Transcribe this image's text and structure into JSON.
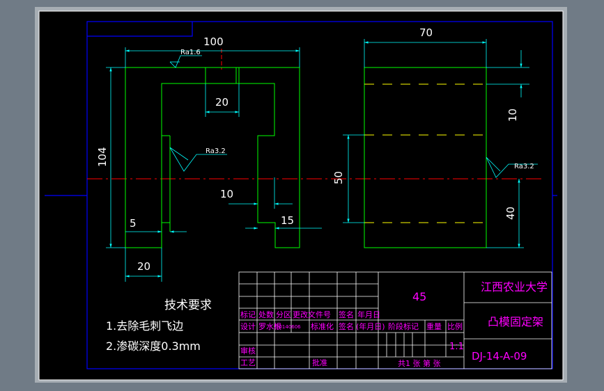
{
  "colors": {
    "frame_bg": "#8a949d",
    "paper": "#000000",
    "geometry": "#00ff00",
    "dimension": "#00ffff",
    "centerline": "#ff0000",
    "border": "#0000ff",
    "text_magenta": "#ff00ff",
    "hidden_line": "#ffff00"
  },
  "front_view": {
    "dim_width": "100",
    "dim_height": "104",
    "dim_slot": "20",
    "dim_inner": "10",
    "dim_left_wall": "5",
    "dim_left_leg": "20",
    "dim_right_leg": "15",
    "roughness_top": "Ra1.6",
    "roughness_inner": "Ra3.2"
  },
  "side_view": {
    "dim_width": "70",
    "dim_top": "10",
    "dim_middle": "50",
    "dim_bottom": "40",
    "roughness": "Ra3.2"
  },
  "tech_requirements": {
    "title": "技术要求",
    "items": [
      "1.去除毛刺飞边",
      "2.渗碳深度0.3mm"
    ]
  },
  "title_block": {
    "header_row": [
      "标记",
      "处数",
      "分区",
      "更改文件号",
      "签名",
      "年月日"
    ],
    "design_row": [
      "设计",
      "罗水根",
      "20140606",
      "标准化",
      "签名",
      "(年月日)"
    ],
    "review": "审核",
    "process": "工艺",
    "approve": "批准",
    "material": "45",
    "stage_labels": [
      "阶段标记",
      "重量",
      "比例"
    ],
    "scale": "1:1",
    "sheets": "共1 张 第 张",
    "org": "江西农业大学",
    "part_name": "凸模固定架",
    "drawing_no": "DJ-14-A-09"
  }
}
